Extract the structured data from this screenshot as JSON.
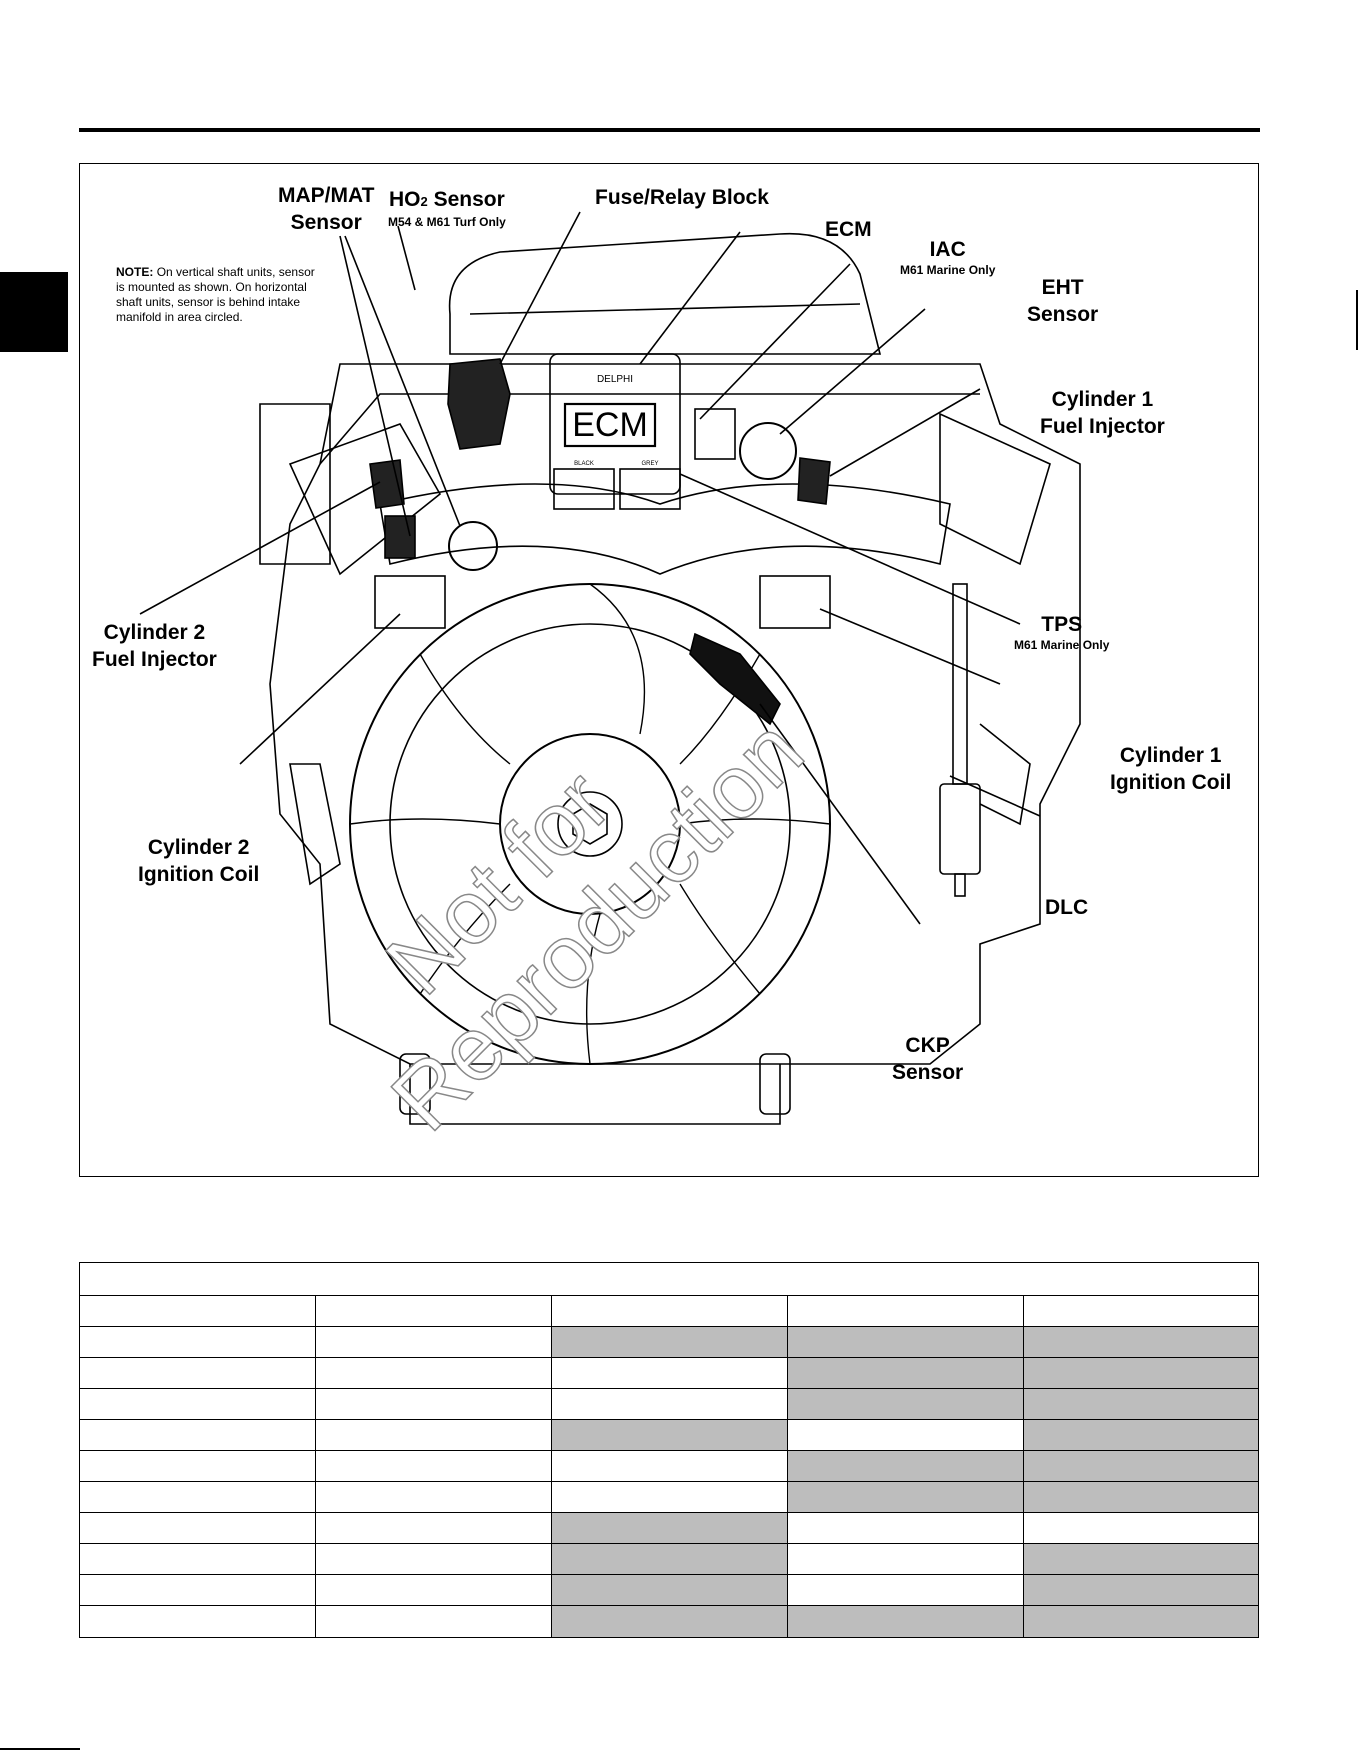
{
  "figure": {
    "note_label": "NOTE:",
    "note_text": "On vertical shaft units, sensor is mounted as shown. On horizontal shaft units, sensor is behind intake manifold in area circled.",
    "ecm_body_text": "ECM",
    "ecm_brand_text": "DELPHI",
    "connector_left": "BLACK",
    "connector_right": "GREY",
    "watermark_line1": "Not for",
    "watermark_line2": "Reproduction",
    "labels": {
      "map_mat": {
        "line1": "MAP/MAT",
        "line2": "Sensor"
      },
      "ho2": {
        "main": "HO",
        "sub_num": "2",
        "tail": " Sensor",
        "note": "M54 & M61 Turf Only"
      },
      "fuse_relay": {
        "text": "Fuse/Relay Block"
      },
      "ecm": {
        "text": "ECM"
      },
      "iac": {
        "text": "IAC",
        "note": "M61 Marine Only"
      },
      "eht": {
        "line1": "EHT",
        "line2": "Sensor"
      },
      "cyl1_injector": {
        "line1": "Cylinder 1",
        "line2": "Fuel Injector"
      },
      "cyl2_injector": {
        "line1": "Cylinder 2",
        "line2": "Fuel Injector"
      },
      "tps": {
        "text": "TPS",
        "note": "M61 Marine Only"
      },
      "cyl1_coil": {
        "line1": "Cylinder 1",
        "line2": "Ignition Coil"
      },
      "cyl2_coil": {
        "line1": "Cylinder 2",
        "line2": "Ignition Coil"
      },
      "dlc": {
        "text": "DLC"
      },
      "ckp": {
        "line1": "CKP",
        "line2": "Sensor"
      }
    }
  },
  "table": {
    "columns": 5,
    "shading": [
      [
        false,
        false,
        false,
        false,
        false
      ],
      [
        false,
        false,
        true,
        true,
        true
      ],
      [
        false,
        false,
        false,
        true,
        true
      ],
      [
        false,
        false,
        false,
        true,
        true
      ],
      [
        false,
        false,
        true,
        false,
        true
      ],
      [
        false,
        false,
        false,
        true,
        true
      ],
      [
        false,
        false,
        false,
        true,
        true
      ],
      [
        false,
        false,
        true,
        false,
        false
      ],
      [
        false,
        false,
        true,
        false,
        true
      ],
      [
        false,
        false,
        true,
        false,
        true
      ],
      [
        false,
        false,
        true,
        true,
        true
      ]
    ]
  }
}
